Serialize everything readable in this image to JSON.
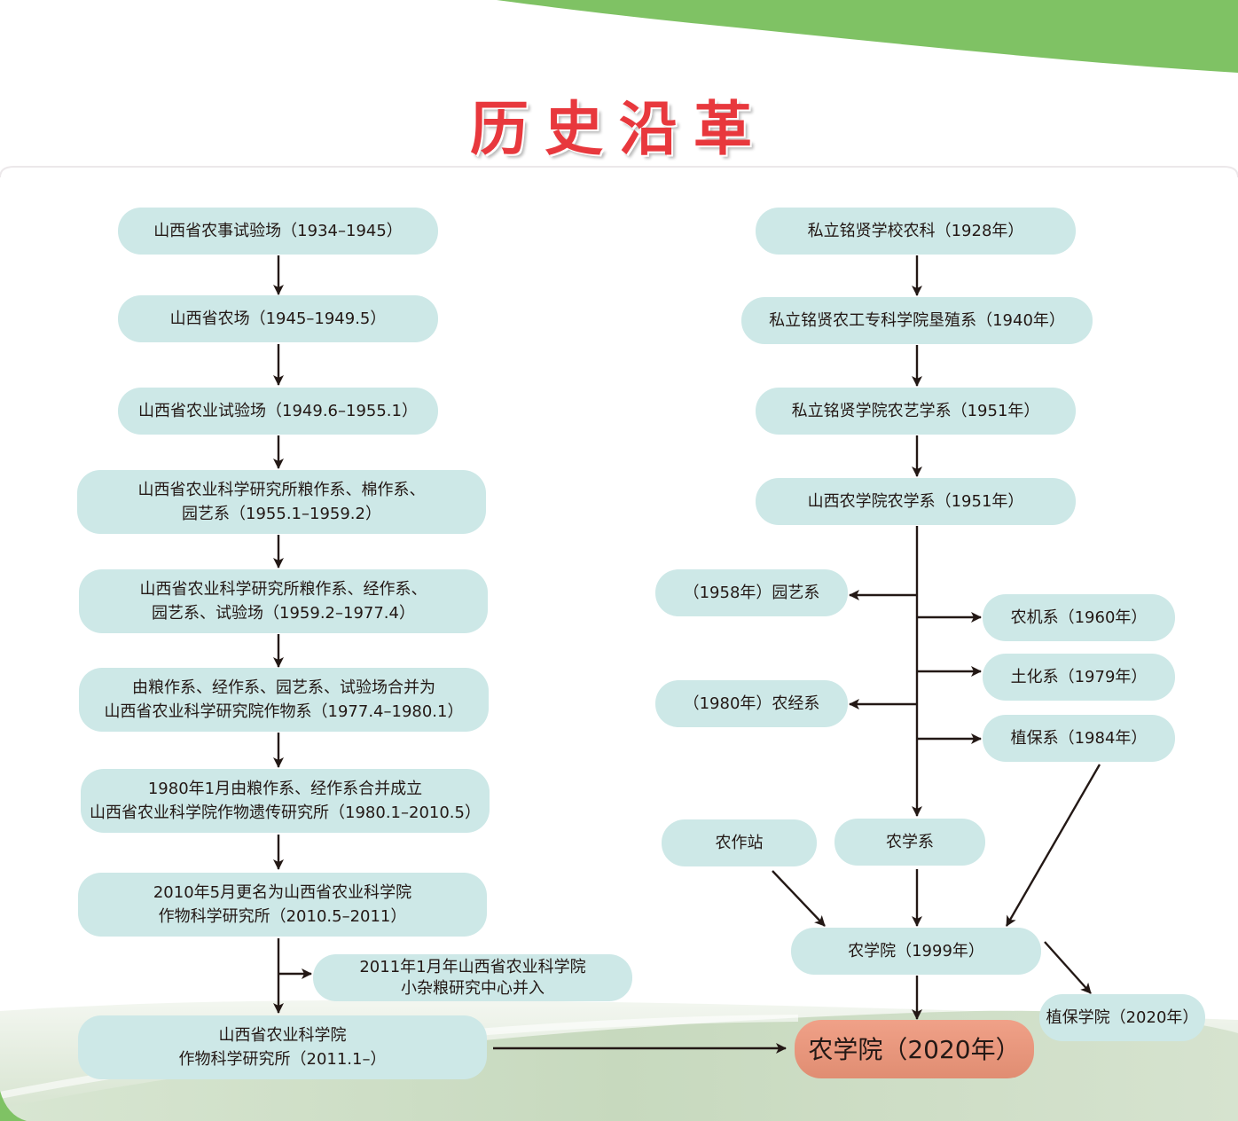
{
  "title": "历史沿革",
  "colors": {
    "title": "#e8383d",
    "node_fill": "#cde8e7",
    "final_node_fill": "#f0a188",
    "arrow": "#231815",
    "top_band": "#7fc264",
    "bottom_wave": "#c5d9bd"
  },
  "left_branch": [
    {
      "id": "L1",
      "lines": [
        "山西省农事试验场（1934–1945）"
      ]
    },
    {
      "id": "L2",
      "lines": [
        "山西省农场（1945–1949.5）"
      ]
    },
    {
      "id": "L3",
      "lines": [
        "山西省农业试验场（1949.6–1955.1）"
      ]
    },
    {
      "id": "L4",
      "lines": [
        "山西省农业科学研究所粮作系、棉作系、",
        "园艺系（1955.1–1959.2）"
      ]
    },
    {
      "id": "L5",
      "lines": [
        "山西省农业科学研究所粮作系、经作系、",
        "园艺系、试验场（1959.2–1977.4）"
      ]
    },
    {
      "id": "L6",
      "lines": [
        "由粮作系、经作系、园艺系、试验场合并为",
        "山西省农业科学研究院作物系（1977.4–1980.1）"
      ]
    },
    {
      "id": "L7",
      "lines": [
        "1980年1月由粮作系、经作系合并成立",
        "山西省农业科学院作物遗传研究所（1980.1–2010.5）"
      ]
    },
    {
      "id": "L8",
      "lines": [
        "2010年5月更名为山西省农业科学院",
        "作物科学研究所（2010.5–2011）"
      ]
    },
    {
      "id": "LM",
      "lines": [
        "2011年1月年山西省农业科学院",
        "小杂粮研究中心并入"
      ]
    },
    {
      "id": "L9",
      "lines": [
        "山西省农业科学院",
        "作物科学研究所（2011.1–）"
      ]
    }
  ],
  "right_branch": [
    {
      "id": "R1",
      "lines": [
        "私立铭贤学校农科（1928年）"
      ]
    },
    {
      "id": "R2",
      "lines": [
        "私立铭贤农工专科学院垦殖系（1940年）"
      ]
    },
    {
      "id": "R3",
      "lines": [
        "私立铭贤学院农艺学系（1951年）"
      ]
    },
    {
      "id": "R4",
      "lines": [
        "山西农学院农学系（1951年）"
      ]
    },
    {
      "id": "S1",
      "lines": [
        "（1958年）园艺系"
      ]
    },
    {
      "id": "S2",
      "lines": [
        "农机系（1960年）"
      ]
    },
    {
      "id": "S3",
      "lines": [
        "土化系（1979年）"
      ]
    },
    {
      "id": "S4",
      "lines": [
        "（1980年）农经系"
      ]
    },
    {
      "id": "S5",
      "lines": [
        "植保系（1984年）"
      ]
    },
    {
      "id": "N1",
      "lines": [
        "农作站"
      ]
    },
    {
      "id": "N2",
      "lines": [
        "农学系"
      ]
    },
    {
      "id": "C1",
      "lines": [
        "农学院（1999年）"
      ]
    },
    {
      "id": "C2",
      "lines": [
        "植保学院（2020年）"
      ]
    }
  ],
  "final_node": {
    "id": "F",
    "lines": [
      "农学院（2020年）"
    ]
  }
}
